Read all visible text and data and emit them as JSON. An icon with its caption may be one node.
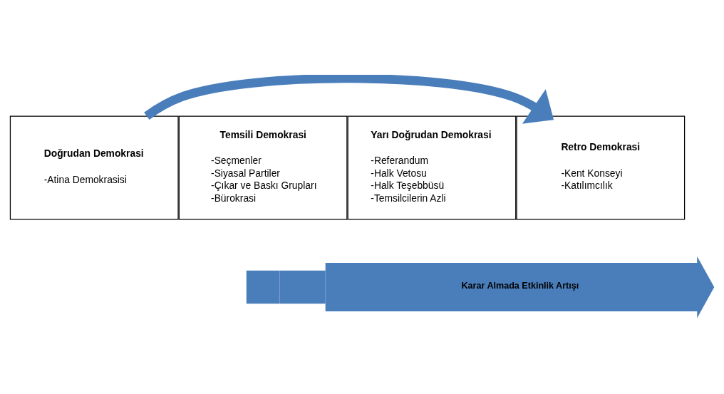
{
  "diagram": {
    "nodes": [
      {
        "text": [
          "Doğrudan Demokrasi",
          "-Atina Demokrasisi"
        ]
      },
      {
        "text": [
          "Temsili Demokrasi",
          "-Seçmenler",
          "-Siyasal Partiler",
          "-Çıkar ve Baskı Grupları",
          "-Bürokrasi"
        ]
      },
      {
        "text": [
          "Yarı Doğrudan Demokrasi",
          "-Referandum",
          "-Halk Vetosu",
          "-Halk Teşebbüsü",
          "-Temsilcilerin Azli"
        ]
      },
      {
        "text": [
          "Retro Demokrasi",
          "-Kent Konseyi",
          "-Katılımcılık"
        ]
      },
      {
        "text": [],
        "shape": "box"
      },
      {
        "text": [],
        "shape": "box"
      },
      {
        "text": [
          "Karar Almada Etkinlik Artışı"
        ]
      }
    ],
    "edges": [
      {
        "from": 0,
        "to": 3,
        "arrow": "to"
      }
    ]
  }
}
